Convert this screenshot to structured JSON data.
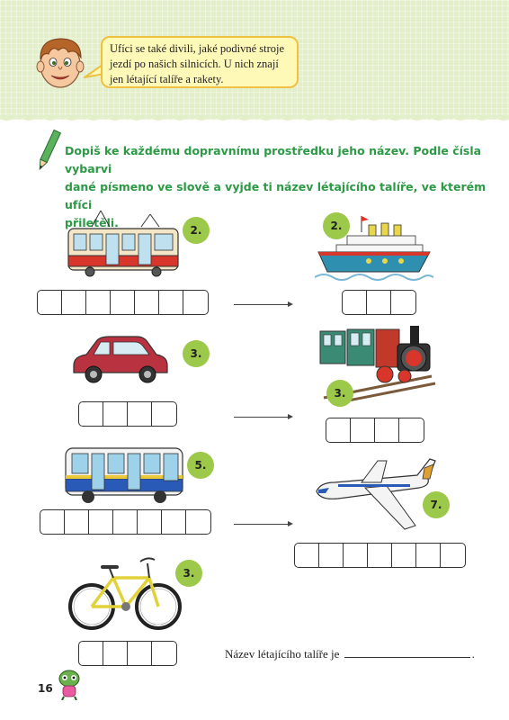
{
  "speech_bubble": {
    "lines": [
      "Ufíci se také divili, jaké podivné stroje",
      "jezdí po našich silnicích. U nich znají",
      "jen létající talíře a rakety."
    ]
  },
  "task": {
    "lines": [
      "Dopiš ke každému dopravnímu prostředku jeho název. Podle čísla vybarvi",
      "dané písmeno ve slově a vyjde ti název létajícího talíře, ve kterém ufíci",
      "přiletěli."
    ]
  },
  "vehicles": [
    {
      "name": "tram-picture",
      "badge": "2.",
      "letter_boxes": 7
    },
    {
      "name": "car-picture",
      "badge": "3.",
      "letter_boxes": 4
    },
    {
      "name": "bus-picture",
      "badge": "5.",
      "letter_boxes": 7
    },
    {
      "name": "bicycle-picture",
      "badge": "3.",
      "letter_boxes": 4
    },
    {
      "name": "ship-picture",
      "badge": "2.",
      "letter_boxes": 3
    },
    {
      "name": "train-picture",
      "badge": "3.",
      "letter_boxes": 4
    },
    {
      "name": "airplane-picture",
      "badge": "7.",
      "letter_boxes": 7
    }
  ],
  "answer": {
    "prefix": "Název létajícího talíře je",
    "suffix": "."
  },
  "page_number": "16",
  "colors": {
    "header_bg": "#e3efc9",
    "task_text": "#2c9a45",
    "badge": "#9cc94a",
    "bubble_bg": "#fff9b8"
  }
}
